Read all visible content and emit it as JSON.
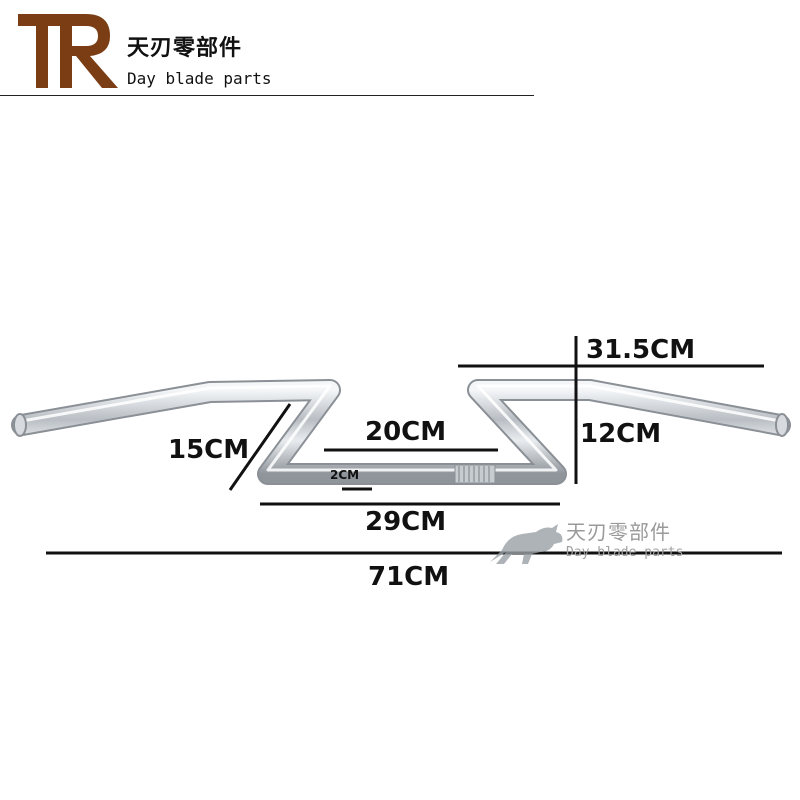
{
  "brand": {
    "logo_letters": "TR",
    "name_cn": "天刃零部件",
    "name_en": "Day blade parts",
    "logo_color": "#7a3d14",
    "logo_icon": "tr-monogram-icon"
  },
  "watermark": {
    "name_cn": "天刃零部件",
    "name_en": "Day blade parts",
    "icon": "bull-icon"
  },
  "product": {
    "item": "chrome-z-bar-handlebar",
    "color": "#c9ced3"
  },
  "dimensions": {
    "rise": "31.5CM",
    "height": "12CM",
    "angled_segment": "15CM",
    "inner_width": "20CM",
    "tube_offset": "2CM",
    "center_width": "29CM",
    "total_width": "71CM"
  }
}
